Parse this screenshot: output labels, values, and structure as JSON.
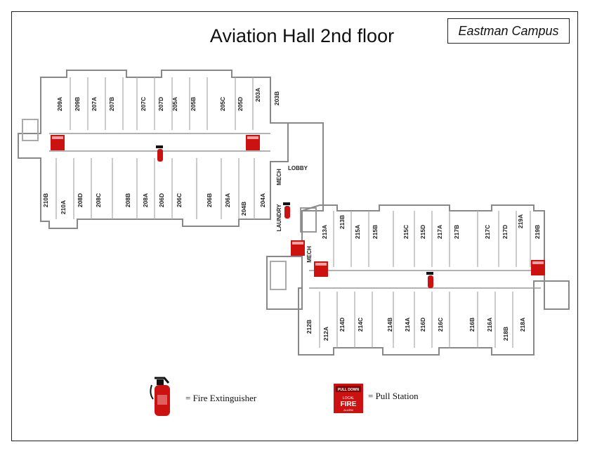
{
  "map": {
    "title": "Aviation Hall 2nd floor",
    "campus": "Eastman Campus",
    "areas": {
      "lobby": "LOBBY",
      "mech_upper": "MECH",
      "laundry": "LAUNDRY",
      "mech_lower": "MECH"
    },
    "rooms": {
      "west_top": [
        "209A",
        "209B",
        "207A",
        "207B",
        "207C",
        "207D",
        "205A",
        "205B",
        "205C",
        "205D",
        "203A",
        "203B"
      ],
      "west_bottom": [
        "210B",
        "210A",
        "208D",
        "208C",
        "208B",
        "208A",
        "206D",
        "206C",
        "206B",
        "206A",
        "204B",
        "204A"
      ],
      "east_top": [
        "213A",
        "213B",
        "215A",
        "215B",
        "215C",
        "215D",
        "217A",
        "217B",
        "217C",
        "217D",
        "219A",
        "219B"
      ],
      "east_bottom": [
        "212B",
        "212A",
        "214D",
        "214C",
        "214B",
        "214A",
        "216D",
        "216C",
        "216B",
        "216A",
        "218B",
        "218A"
      ]
    },
    "pull_station_icon_text": {
      "line1": "PULL DOWN",
      "line2": "LOCAL",
      "line3": "FIRE",
      "line4": "ALARM"
    }
  },
  "legend": {
    "fire_extinguisher_label": "= Fire Extinguisher",
    "pull_station_label": "= Pull Station"
  },
  "colors": {
    "alarm_red": "#cc1111",
    "wall_gray": "#888888",
    "line_dark": "#333333"
  }
}
